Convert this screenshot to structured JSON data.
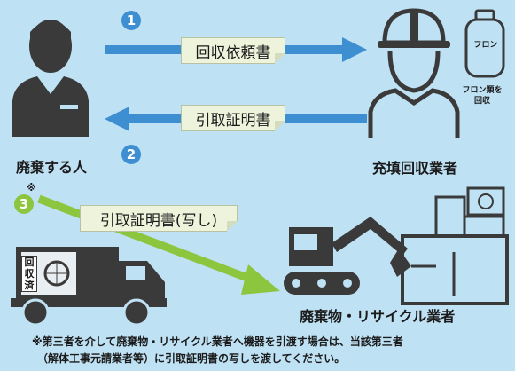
{
  "steps": {
    "step1": "1",
    "step2": "2",
    "step3": "3"
  },
  "flow": {
    "request_doc": "回収依頼書",
    "receipt_doc": "引取証明書",
    "receipt_copy": "引取証明書(写し)"
  },
  "actors": {
    "discarder": "廃棄する人",
    "recovery_operator": "充填回収業者",
    "recycler": "廃棄物・リサイクル業者"
  },
  "labels": {
    "freon_can": "フロン",
    "freon_recover": "フロン類を\n回収",
    "truck_sign": "回収済",
    "asterisk": "※"
  },
  "footnote": {
    "line1": "※第三者を介して廃棄物・リサイクル業者へ機器を引渡す場合は、当該第三者",
    "line2": "（解体工事元請業者等）に引取証明書の写しを渡してください。"
  },
  "colors": {
    "background": "#bfe1f4",
    "blue_arrow": "#3d8fd1",
    "green_arrow": "#8cc63f",
    "figure": "#3a3a3a"
  }
}
